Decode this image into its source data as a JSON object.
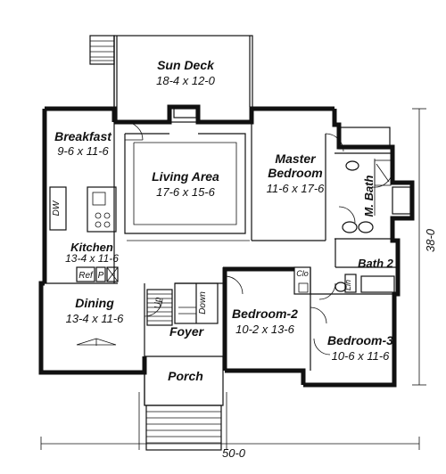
{
  "rooms": {
    "sun_deck": {
      "name": "Sun Deck",
      "size": "18-4 x 12-0"
    },
    "breakfast": {
      "name": "Breakfast",
      "size": "9-6 x 11-6"
    },
    "living_area": {
      "name": "Living Area",
      "size": "17-6 x 15-6"
    },
    "master_bedroom": {
      "name_line1": "Master",
      "name_line2": "Bedroom",
      "size": "11-6 x 17-6"
    },
    "m_bath": {
      "name": "M. Bath"
    },
    "kitchen": {
      "name": "Kitchen",
      "size": "13-4 x 11-6"
    },
    "bath2": {
      "name": "Bath 2"
    },
    "dining": {
      "name": "Dining",
      "size": "13-4 x 11-6"
    },
    "bedroom2": {
      "name": "Bedroom-2",
      "size": "10-2 x 13-6"
    },
    "bedroom3": {
      "name": "Bedroom-3",
      "size": "10-6 x 11-6"
    },
    "foyer": {
      "name": "Foyer"
    },
    "porch": {
      "name": "Porch"
    }
  },
  "fixtures": {
    "dw": "DW",
    "ref": "Ref",
    "pantry": "P",
    "clo": "Clo",
    "lin": "Lin",
    "up": "Up",
    "down": "Down"
  },
  "dimensions": {
    "width": "50-0",
    "depth": "38-0"
  }
}
